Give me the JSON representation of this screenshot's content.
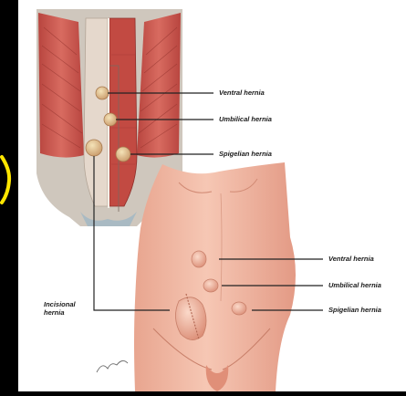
{
  "background_color": "#000000",
  "panel_color": "#ffffff",
  "highlight_color": "#ffe600",
  "labels": {
    "upper_ventral": "Ventral hernia",
    "upper_umbilical": "Umbilical hernia",
    "upper_spigelian": "Spigelian hernia",
    "lower_ventral": "Ventral hernia",
    "lower_umbilical": "Umbilical hernia",
    "lower_spigelian": "Spigelian hernia",
    "incisional_line1": "Incisional",
    "incisional_line2": "hernia"
  },
  "signature": "F.Netter"
}
